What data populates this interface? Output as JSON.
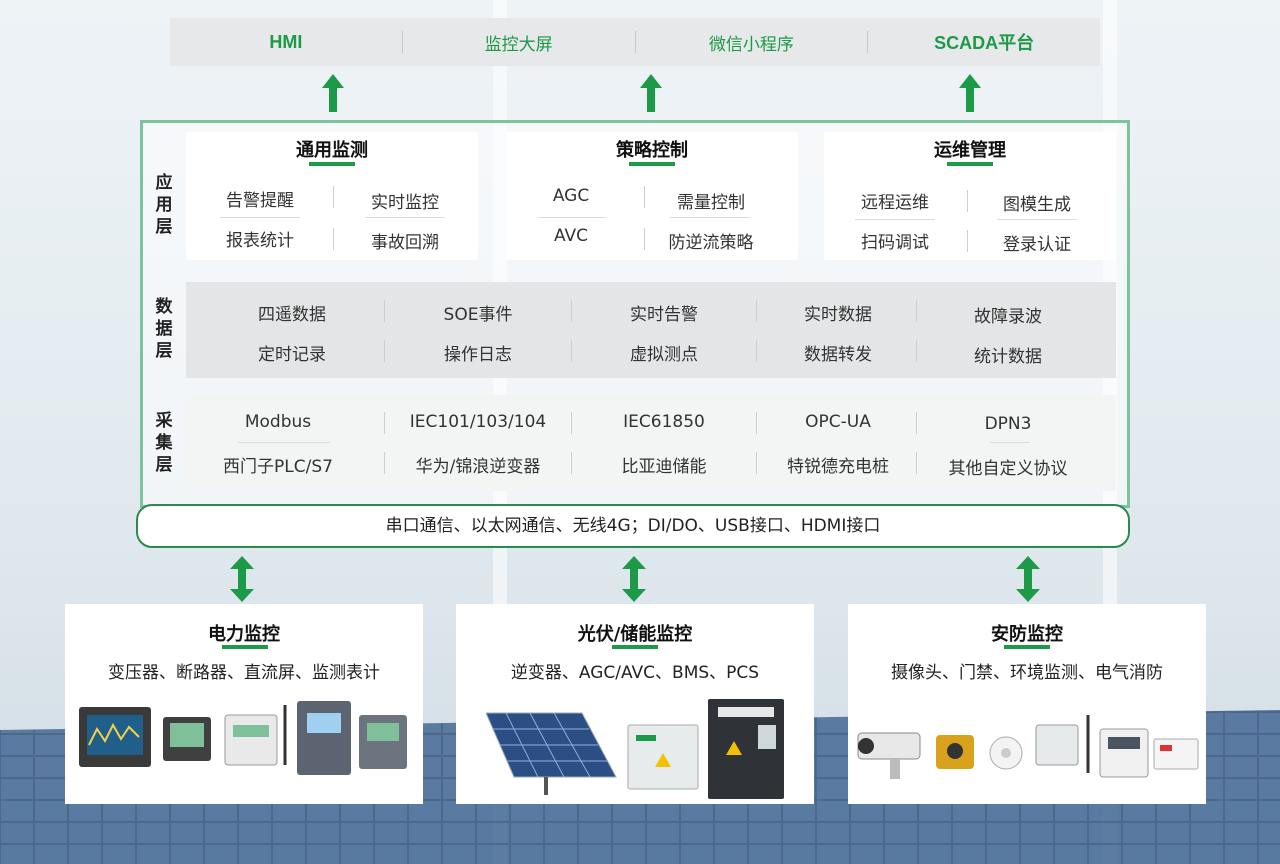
{
  "top_bar": {
    "items": [
      "HMI",
      "监控大屏",
      "微信小程序",
      "SCADA平台"
    ]
  },
  "layers": {
    "application": {
      "label": "应用层",
      "groups": [
        {
          "title": "通用监测",
          "items": [
            "告警提醒",
            "实时监控",
            "报表统计",
            "事故回溯"
          ]
        },
        {
          "title": "策略控制",
          "items": [
            "AGC",
            "需量控制",
            "AVC",
            "防逆流策略"
          ]
        },
        {
          "title": "运维管理",
          "items": [
            "远程运维",
            "图模生成",
            "扫码调试",
            "登录认证"
          ]
        }
      ]
    },
    "data": {
      "label": "数据层",
      "row1": [
        "四遥数据",
        "SOE事件",
        "实时告警",
        "实时数据",
        "故障录波"
      ],
      "row2": [
        "定时记录",
        "操作日志",
        "虚拟测点",
        "数据转发",
        "统计数据"
      ]
    },
    "collection": {
      "label": "采集层",
      "row1": [
        "Modbus",
        "IEC101/103/104",
        "IEC61850",
        "OPC-UA",
        "DPN3"
      ],
      "row2": [
        "西门子PLC/S7",
        "华为/锦浪逆变器",
        "比亚迪储能",
        "特锐德充电桩",
        "其他自定义协议"
      ]
    }
  },
  "comm_bar": "串口通信、以太网通信、无线4G；DI/DO、USB接口、HDMI接口",
  "panels": [
    {
      "title": "电力监控",
      "subtitle": "变压器、断路器、直流屏、监测表计"
    },
    {
      "title": "光伏/储能监控",
      "subtitle": "逆变器、AGC/AVC、BMS、PCS"
    },
    {
      "title": "安防监控",
      "subtitle": "摄像头、门禁、环境监测、电气消防"
    }
  ],
  "colors": {
    "accent": "#1d9a47",
    "frame": "#7cc49a"
  },
  "icons": [
    "up-arrow-icon",
    "double-arrow-icon",
    "power-meter-icon",
    "solar-panel-icon",
    "inverter-cabinet-icon",
    "camera-icon",
    "sensor-icon"
  ]
}
